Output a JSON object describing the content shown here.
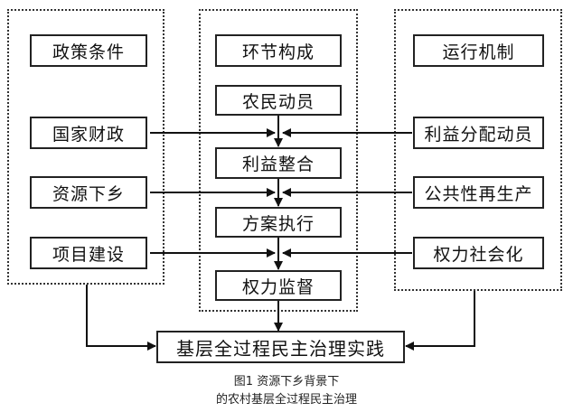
{
  "columns": {
    "left": {
      "header": "政策条件",
      "items": [
        "国家财政",
        "资源下乡",
        "项目建设"
      ]
    },
    "middle": {
      "header": "环节构成",
      "items": [
        "农民动员",
        "利益整合",
        "方案执行",
        "权力监督"
      ]
    },
    "right": {
      "header": "运行机制",
      "items": [
        "利益分配动员",
        "公共性再生产",
        "权力社会化"
      ]
    }
  },
  "result": "基层全过程民主治理实践",
  "caption": {
    "line1": "图1 资源下乡背景下",
    "line2": "的农村基层全过程民主治理"
  }
}
